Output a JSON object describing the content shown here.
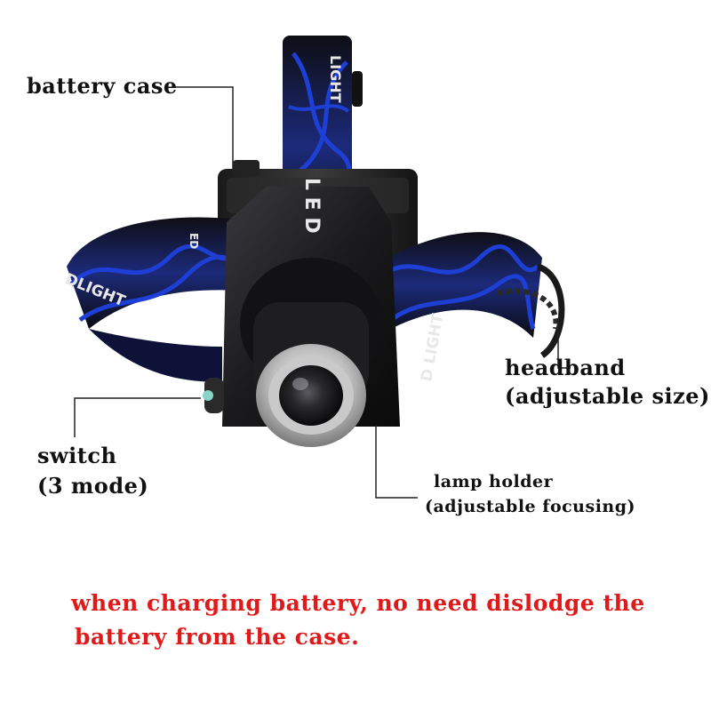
{
  "callouts": {
    "battery_case": "battery case",
    "headband_line1": "headband",
    "headband_line2": "(adjustable size)",
    "switch_line1": "switch",
    "switch_line2": "(3 mode)",
    "lamp_line1": "lamp holder",
    "lamp_line2": "(adjustable focusing)"
  },
  "note": {
    "line1": "when charging battery,  no need dislodge the",
    "line2": "battery from the case."
  },
  "strap_text": {
    "top": "LIGHT",
    "front": "L E D",
    "left": "DLIGHT",
    "right": "D LIGHT",
    "side": "ED"
  },
  "colors": {
    "strap_blue": "#1e3fd6",
    "strap_black": "#111111",
    "body": "#1c1c1c",
    "note_red": "#e01a1a",
    "leader": "#222222"
  }
}
